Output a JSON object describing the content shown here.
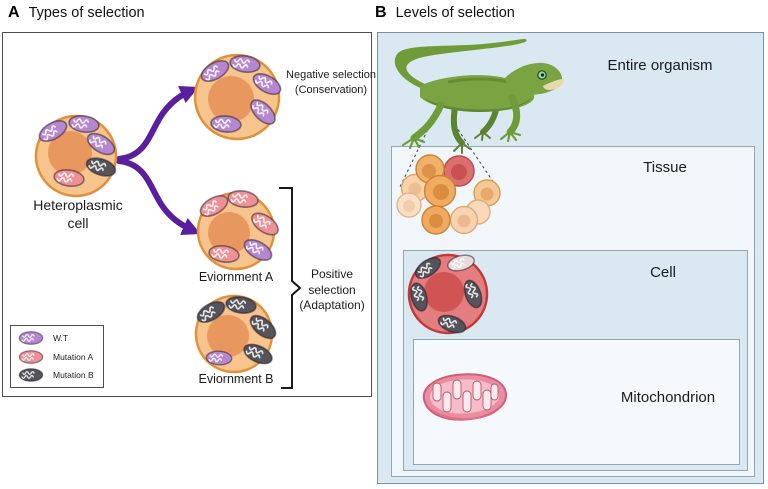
{
  "panels": {
    "a": {
      "tag": "A",
      "title": "Types of selection",
      "source_cell_label": "Heteroplasmic cell",
      "negative_selection_label": "Negative selection (Conservation)",
      "environment_a_label": "Eviornment A",
      "environment_b_label": "Eviornment B",
      "positive_selection_label": "Positive selection (Adaptation)",
      "legend": {
        "items": [
          {
            "label": "W.T",
            "color": "#b487cf"
          },
          {
            "label": "Mutation A",
            "color": "#ef8f96"
          },
          {
            "label": "Mutation B",
            "color": "#54545a"
          }
        ]
      }
    },
    "b": {
      "tag": "B",
      "title": "Levels of selection",
      "levels": [
        {
          "label": "Entire organism"
        },
        {
          "label": "Tissue"
        },
        {
          "label": "Cell"
        },
        {
          "label": "Mitochondrion"
        }
      ]
    }
  },
  "colors": {
    "panel_b_background": "#d9e8f1",
    "nested_box_light": "#f1f6fa",
    "mitochondrion_box": "#f5f9fc",
    "arrow_purple": "#5a1f9e",
    "cell_body_orange": "#f6c48c",
    "cell_nucleus_orange": "#e8985e",
    "red_cell_body": "#e47e7e",
    "wt_mitochondria": "#b487cf",
    "mutation_a_mitochondria": "#ef8f96",
    "mutation_b_mitochondria": "#54545a",
    "lizard_green": "#79a441"
  }
}
